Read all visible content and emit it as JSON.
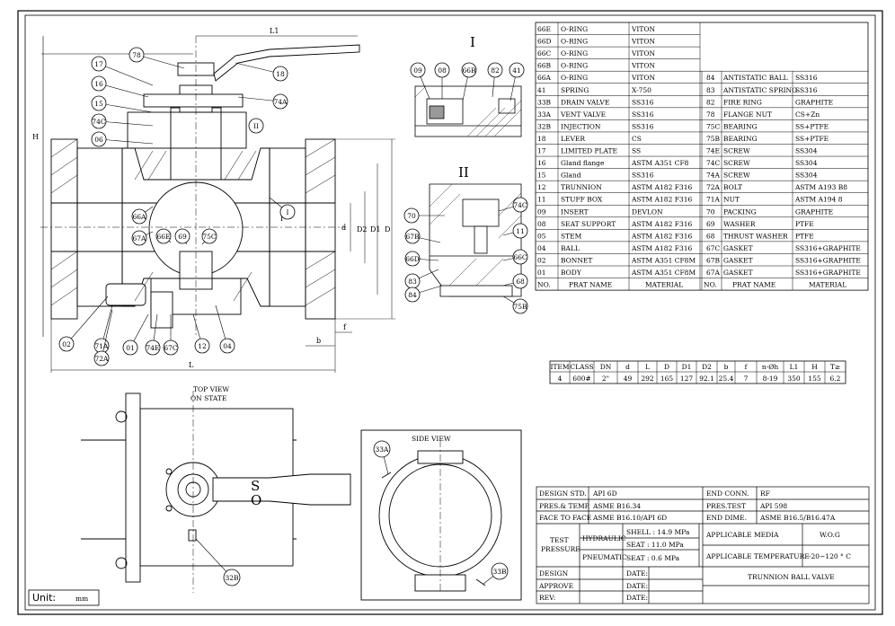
{
  "title": "TRUNNION BALL VALVE",
  "unit": {
    "label": "Unit:",
    "value": "mm"
  },
  "view_labels": {
    "top_view_line1": "TOP VIEW",
    "top_view_line2": "ON STATE",
    "side_view": "SIDE VIEW",
    "detail_1": "I",
    "detail_2": "II",
    "s_mark": "S",
    "o_mark": "O"
  },
  "dimension_labels": [
    "L1",
    "H",
    "L",
    "D",
    "D1",
    "D2",
    "d",
    "b",
    "f",
    "I",
    "II"
  ],
  "balloons_main": [
    "78",
    "17",
    "18",
    "16",
    "74A",
    "15",
    "74C",
    "06",
    "II",
    "66A",
    "67A",
    "66E",
    "69",
    "75C",
    "02",
    "71A",
    "72A",
    "01",
    "74E",
    "67C",
    "12",
    "04",
    "I"
  ],
  "balloons_detail1": [
    "09",
    "08",
    "66B",
    "82",
    "41"
  ],
  "balloons_detail2": [
    "74C",
    "70",
    "11",
    "67B",
    "66D",
    "66C",
    "83",
    "84",
    "68",
    "75B"
  ],
  "balloons_views": [
    "32B",
    "33A",
    "33B"
  ],
  "parts_header": {
    "no": "NO.",
    "name": "PRAT NAME",
    "material": "MATERIAL"
  },
  "parts_left": [
    {
      "no": "66E",
      "name": "O-RING",
      "material": "VITON"
    },
    {
      "no": "66D",
      "name": "O-RING",
      "material": "VITON"
    },
    {
      "no": "66C",
      "name": "O-RING",
      "material": "VITON"
    },
    {
      "no": "66B",
      "name": "O-RING",
      "material": "VITON"
    },
    {
      "no": "66A",
      "name": "O-RING",
      "material": "VITON"
    },
    {
      "no": "41",
      "name": "SPRING",
      "material": "X-750"
    },
    {
      "no": "33B",
      "name": "DRAIN VALVE",
      "material": "SS316"
    },
    {
      "no": "33A",
      "name": "VENT VALVE",
      "material": "SS316"
    },
    {
      "no": "32B",
      "name": "INJECTION",
      "material": "SS316"
    },
    {
      "no": "18",
      "name": "LEVER",
      "material": "CS"
    },
    {
      "no": "17",
      "name": "LIMITED PLATE",
      "material": "SS"
    },
    {
      "no": "16",
      "name": "Gland flange",
      "material": "ASTM A351 CF8"
    },
    {
      "no": "15",
      "name": "Gland",
      "material": "SS316"
    },
    {
      "no": "12",
      "name": "TRUNNION",
      "material": "ASTM A182 F316"
    },
    {
      "no": "11",
      "name": "STUFF BOX",
      "material": "ASTM A182 F316"
    },
    {
      "no": "09",
      "name": "INSERT",
      "material": "DEVLON"
    },
    {
      "no": "08",
      "name": "SEAT SUPPORT",
      "material": "ASTM A182 F316"
    },
    {
      "no": "05",
      "name": "STEM",
      "material": "ASTM A182 F316"
    },
    {
      "no": "04",
      "name": "BALL",
      "material": "ASTM A182 F316"
    },
    {
      "no": "02",
      "name": "BONNET",
      "material": "ASTM A351 CF8M"
    },
    {
      "no": "01",
      "name": "BODY",
      "material": "ASTM A351 CF8M"
    }
  ],
  "parts_right": [
    {
      "no": "84",
      "name": "ANTISTATIC BALL",
      "material": "SS316"
    },
    {
      "no": "83",
      "name": "ANTISTATIC SPRING",
      "material": "SS316"
    },
    {
      "no": "82",
      "name": "FIRE RING",
      "material": "GRAPHITE"
    },
    {
      "no": "78",
      "name": "FLANGE NUT",
      "material": "CS+Zn"
    },
    {
      "no": "75C",
      "name": "BEARING",
      "material": "SS+PTFE"
    },
    {
      "no": "75B",
      "name": "BEARING",
      "material": "SS+PTFE"
    },
    {
      "no": "74E",
      "name": "SCREW",
      "material": "SS304"
    },
    {
      "no": "74C",
      "name": "SCREW",
      "material": "SS304"
    },
    {
      "no": "74A",
      "name": "SCREW",
      "material": "SS304"
    },
    {
      "no": "72A",
      "name": "BOLT",
      "material": "ASTM A193 B8"
    },
    {
      "no": "71A",
      "name": "NUT",
      "material": "ASTM A194 8"
    },
    {
      "no": "70",
      "name": "PACKING",
      "material": "GRAPHITE"
    },
    {
      "no": "69",
      "name": "WASHER",
      "material": "PTFE"
    },
    {
      "no": "68",
      "name": "THRUST WASHER",
      "material": "PTFE"
    },
    {
      "no": "67C",
      "name": "GASKET",
      "material": "SS316+GRAPHITE"
    },
    {
      "no": "67B",
      "name": "GASKET",
      "material": "SS316+GRAPHITE"
    },
    {
      "no": "67A",
      "name": "GASKET",
      "material": "SS316+GRAPHITE"
    }
  ],
  "dim_table": {
    "headers": [
      "ITEM",
      "CLASS",
      "DN",
      "d",
      "L",
      "D",
      "D1",
      "D2",
      "b",
      "f",
      "n-Øh",
      "L1",
      "H",
      "T≥"
    ],
    "row": [
      "4",
      "600#",
      "2\"",
      "49",
      "292",
      "165",
      "127",
      "92.1",
      "25.4",
      "7",
      "8-19",
      "350",
      "155",
      "6.2"
    ]
  },
  "spec": {
    "design_std_label": "DESIGN STD.",
    "design_std": "API 6D",
    "end_conn_label": "END CONN.",
    "end_conn": "RF",
    "pres_temp_label": "PRES.& TEMP.",
    "pres_temp": "ASME B16.34",
    "pres_test_label": "PRES.TEST",
    "pres_test": "API 598",
    "face_label": "FACE TO FACE",
    "face": "ASME B16.10/API 6D",
    "end_dime_label": "END DIME.",
    "end_dime": "ASME B16.5/B16.47A",
    "test_pressure_label1": "TEST",
    "test_pressure_label2": "PRESSURE",
    "hydraulic_label": "HYDRAULIC",
    "pneumatic_label": "PNEUMATIC",
    "shell": "SHELL : 14.9 MPa",
    "seat_h": "SEAT : 11.0 MPa",
    "seat_p": "SEAT : 0.6 MPa",
    "media_label": "APPLICABLE MEDIA",
    "media": "W.O.G",
    "temp_label": "APPLICABLE TEMPERATURE",
    "temp": "-20∽120 ° C",
    "design_label": "DESIGN",
    "approve_label": "APPROVE",
    "rev_label": "REV:",
    "date_label": "DATE:"
  }
}
